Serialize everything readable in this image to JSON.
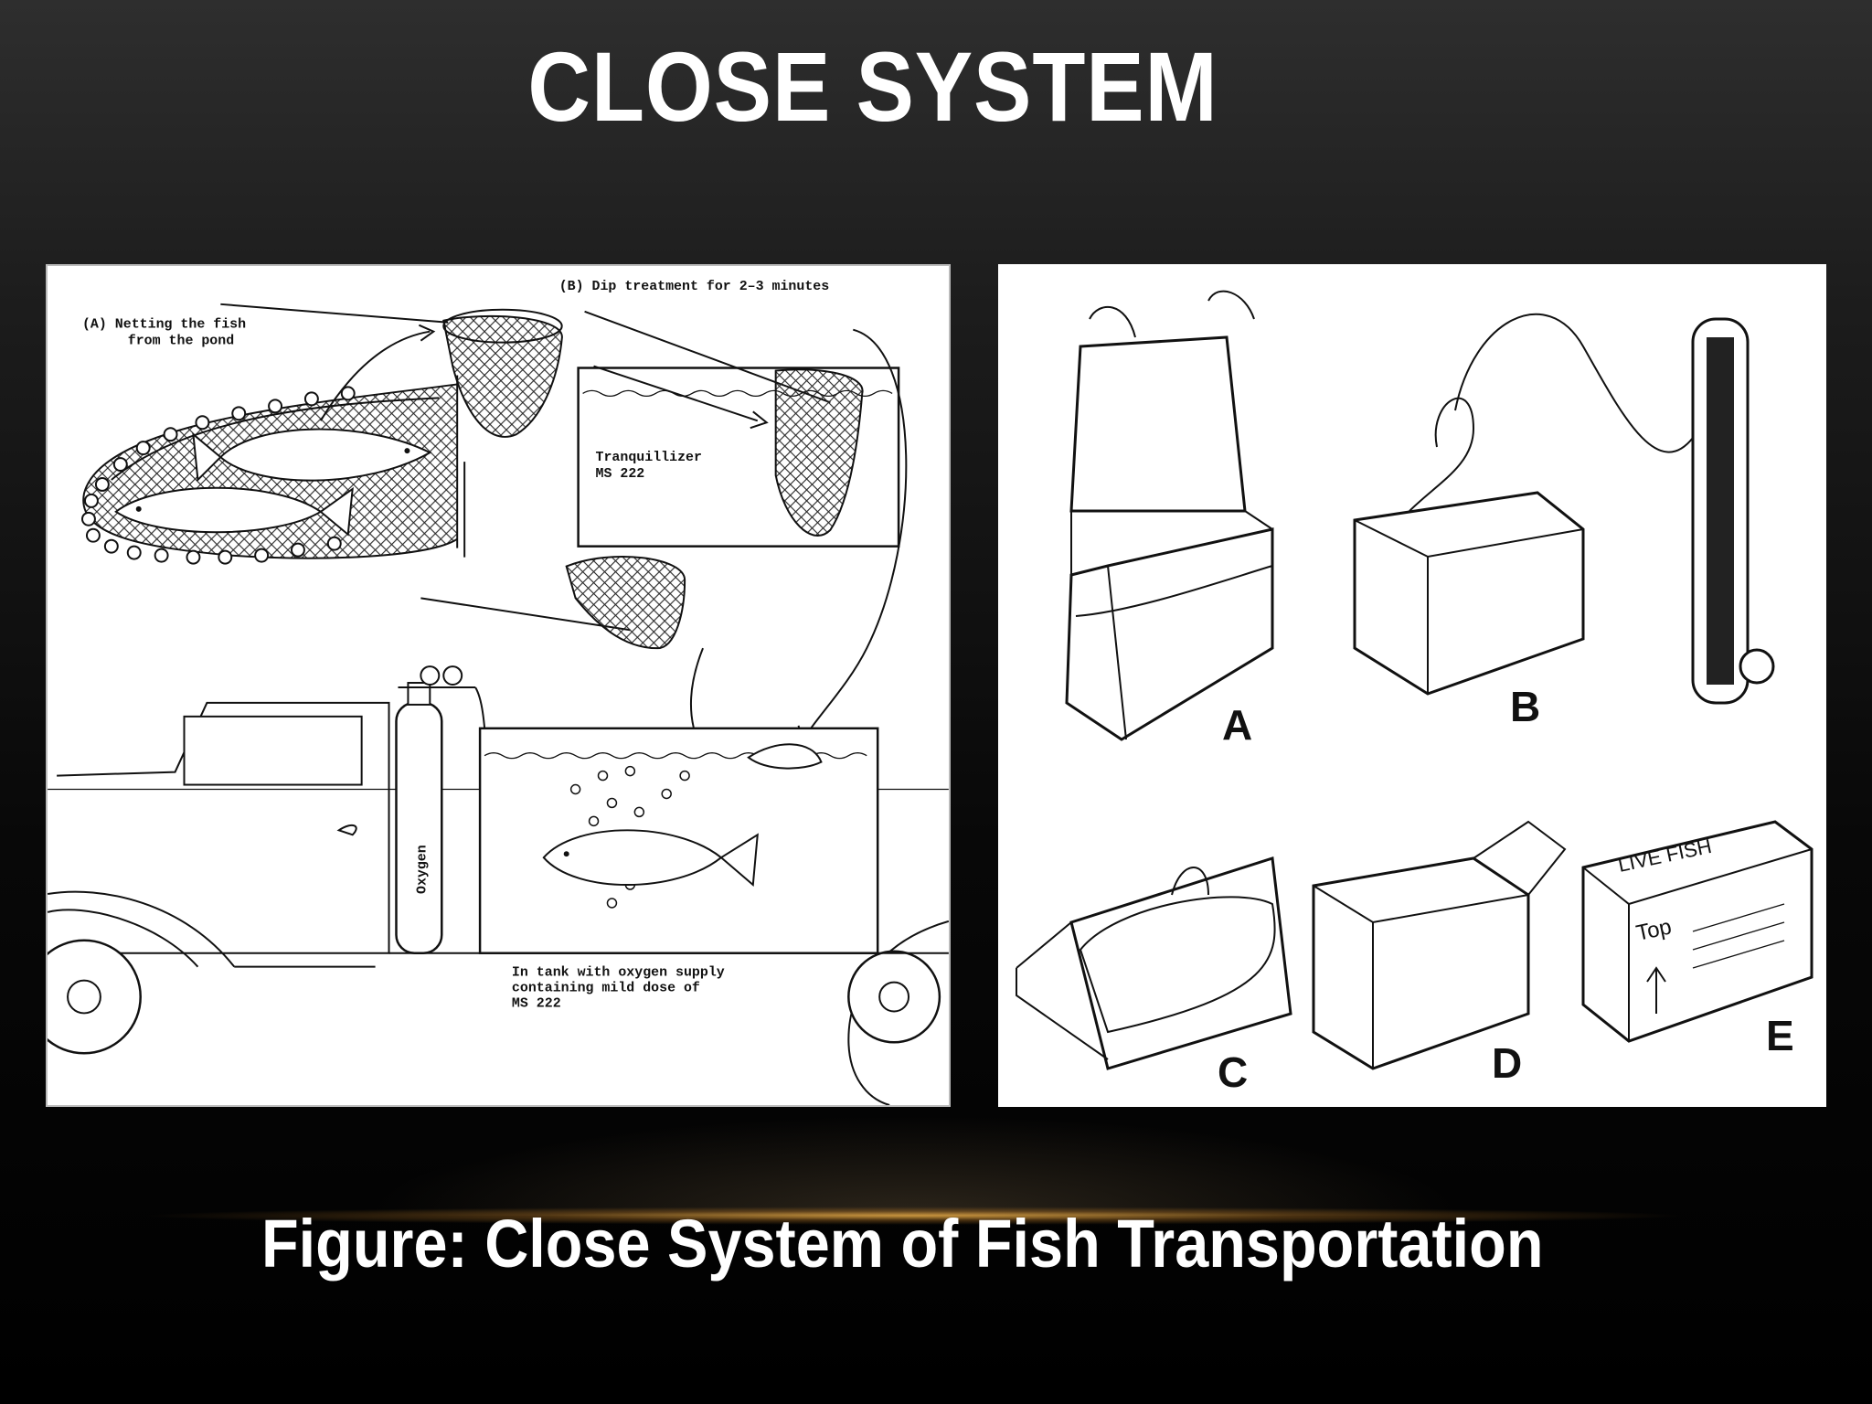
{
  "slide": {
    "title": "CLOSE SYSTEM",
    "caption": "Figure: Close System of Fish Transportation"
  },
  "left_diagram": {
    "label_a_line1": "(A) Netting the fish",
    "label_a_line2": "from the pond",
    "label_b": "(B) Dip treatment for 2–3 minutes",
    "tranq_line1": "Tranquillizer",
    "tranq_line2": "MS 222",
    "oxygen_label": "Oxygen",
    "tank_line1": "In tank with oxygen supply",
    "tank_line2": "containing mild dose of",
    "tank_line3": "MS 222"
  },
  "right_diagram": {
    "label_a": "A",
    "label_b": "B",
    "label_c": "C",
    "label_d": "D",
    "label_e": "E",
    "box_text_1": "LIVE FISH",
    "box_text_2": "Top"
  }
}
